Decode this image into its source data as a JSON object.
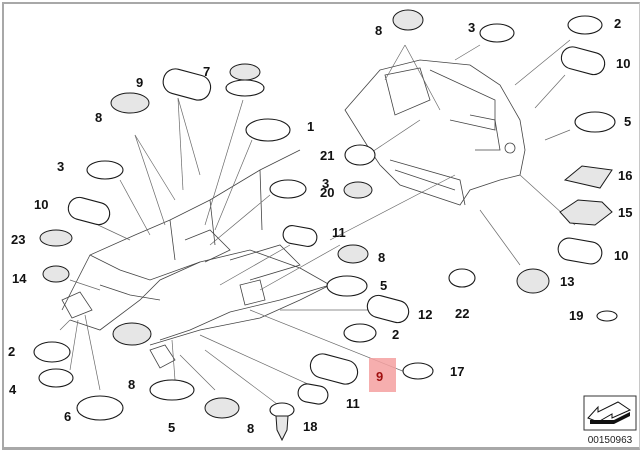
{
  "diagram": {
    "title": "Grommets / plugs parts diagram",
    "document_number": "00150963",
    "highlighted_callout": "9",
    "highlight_color": "#f4a0a0",
    "callouts": [
      {
        "id": "c9a",
        "label": "9"
      },
      {
        "id": "c7",
        "label": "7"
      },
      {
        "id": "c8a",
        "label": "8"
      },
      {
        "id": "c1",
        "label": "1"
      },
      {
        "id": "c3a",
        "label": "3"
      },
      {
        "id": "c3b",
        "label": "3"
      },
      {
        "id": "c10a",
        "label": "10"
      },
      {
        "id": "c11a",
        "label": "11"
      },
      {
        "id": "c23",
        "label": "23"
      },
      {
        "id": "c14",
        "label": "14"
      },
      {
        "id": "c8b",
        "label": "8"
      },
      {
        "id": "c5a",
        "label": "5"
      },
      {
        "id": "c12",
        "label": "12"
      },
      {
        "id": "c2a",
        "label": "2"
      },
      {
        "id": "c2b",
        "label": "2"
      },
      {
        "id": "c4",
        "label": "4"
      },
      {
        "id": "c8c",
        "label": "8"
      },
      {
        "id": "c6",
        "label": "6"
      },
      {
        "id": "c5b",
        "label": "5"
      },
      {
        "id": "c8d",
        "label": "8"
      },
      {
        "id": "c18",
        "label": "18"
      },
      {
        "id": "c11b",
        "label": "11"
      },
      {
        "id": "c9b",
        "label": "9"
      },
      {
        "id": "c17",
        "label": "17"
      },
      {
        "id": "c22",
        "label": "22"
      },
      {
        "id": "c19",
        "label": "19"
      },
      {
        "id": "c13",
        "label": "13"
      },
      {
        "id": "c10b",
        "label": "10"
      },
      {
        "id": "c15",
        "label": "15"
      },
      {
        "id": "c16",
        "label": "16"
      },
      {
        "id": "c5c",
        "label": "5"
      },
      {
        "id": "c10c",
        "label": "10"
      },
      {
        "id": "c2c",
        "label": "2"
      },
      {
        "id": "c3c",
        "label": "3"
      },
      {
        "id": "c8e",
        "label": "8"
      },
      {
        "id": "c21",
        "label": "21"
      },
      {
        "id": "c20",
        "label": "20"
      }
    ]
  }
}
